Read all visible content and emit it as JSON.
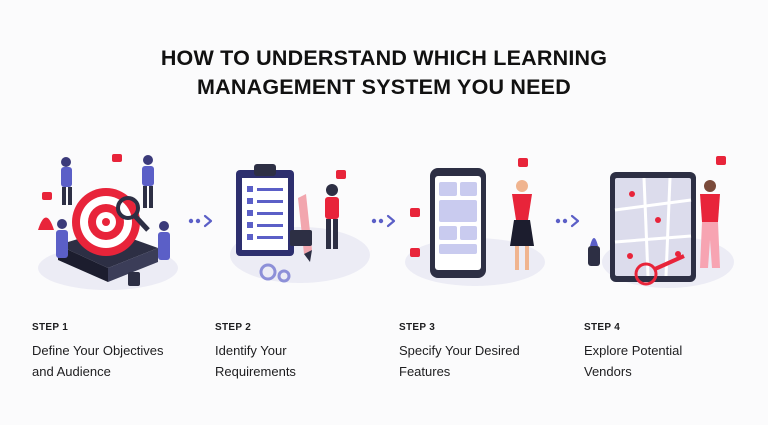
{
  "title": {
    "line1": "HOW TO UNDERSTAND WHICH LEARNING",
    "line2": "MANAGEMENT SYSTEM YOU NEED"
  },
  "steps": [
    {
      "label": "STEP 1",
      "line1": "Define Your Objectives",
      "line2": "and Audience",
      "icon": "target-icon"
    },
    {
      "label": "STEP 2",
      "line1": "Identify Your",
      "line2": "Requirements",
      "icon": "clipboard-icon"
    },
    {
      "label": "STEP 3",
      "line1": "Specify Your Desired",
      "line2": "Features",
      "icon": "phone-features-icon"
    },
    {
      "label": "STEP 4",
      "line1": "Explore Potential",
      "line2": "Vendors",
      "icon": "map-tablet-icon"
    }
  ],
  "colors": {
    "accent": "#e8243a",
    "navy": "#2d2f6e",
    "purple": "#5b5fc7",
    "lavender": "#e8e8f6"
  }
}
